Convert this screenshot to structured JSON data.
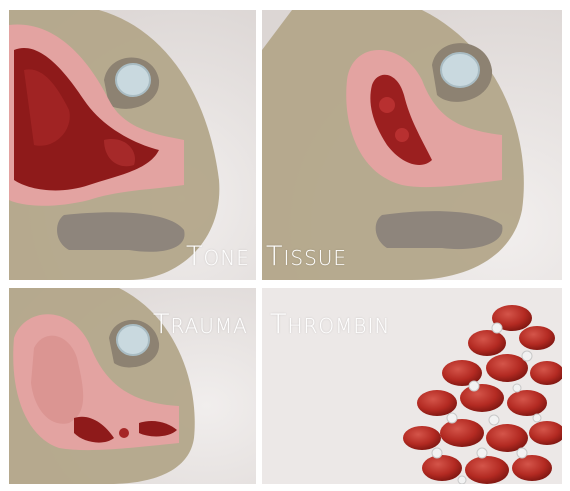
{
  "panels": [
    {
      "id": "tone",
      "label_cap": "T",
      "label_rest": "ONE",
      "fill": "blood-filled uterus"
    },
    {
      "id": "tissue",
      "label_cap": "T",
      "label_rest": "ISSUE",
      "fill": "retained tissue"
    },
    {
      "id": "trauma",
      "label_cap": "T",
      "label_rest": "RAUMA",
      "fill": "lacerations"
    },
    {
      "id": "thrombin",
      "label_cap": "T",
      "label_rest": "HROMBIN",
      "fill": "blood cells"
    }
  ],
  "colors": {
    "background": "#e8e4e3",
    "tissue_tan": "#b3a68a",
    "uterus_pink": "#e3a3a1",
    "blood": "#8e1a1a",
    "bladder_blue": "#c9d9df",
    "label": "#ffffff"
  }
}
